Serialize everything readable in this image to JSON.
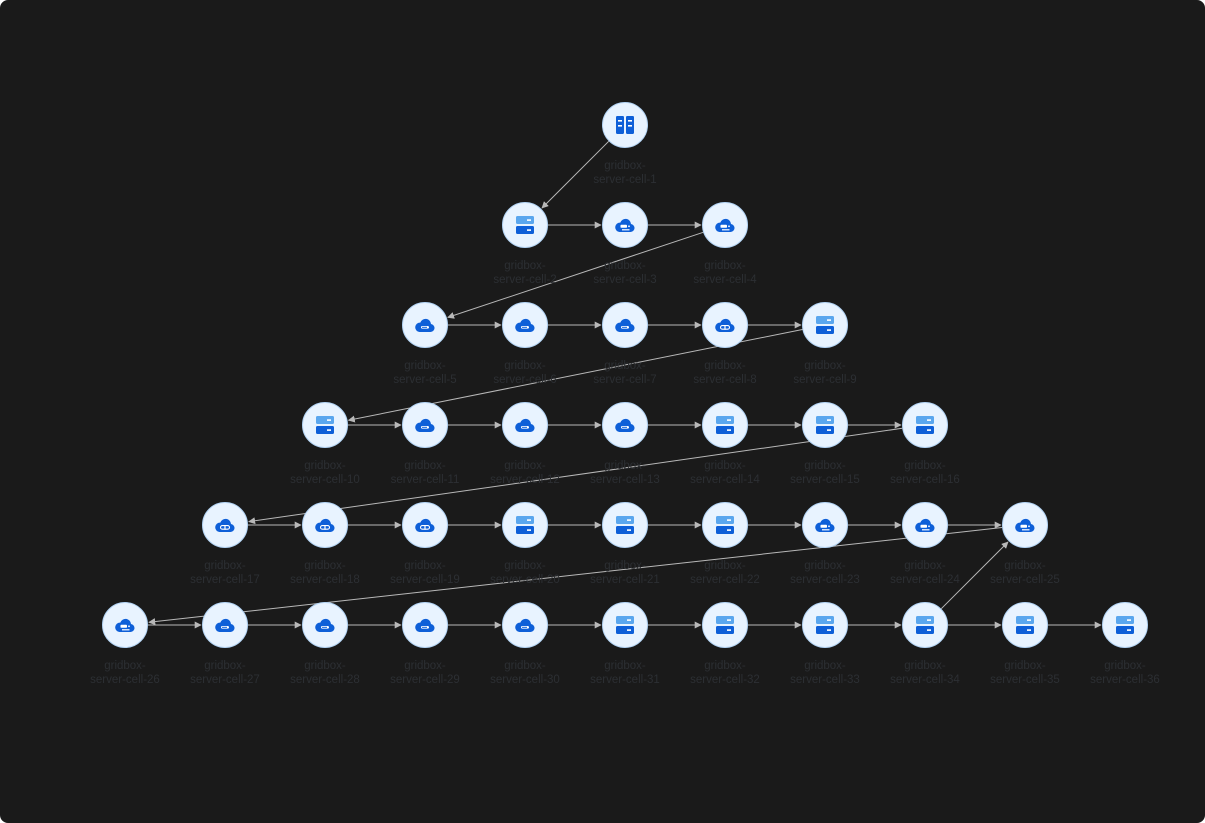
{
  "diagram": {
    "background": "#1a1a1a",
    "node_fill": "#e8f3ff",
    "node_border": "#b3d4f5",
    "icon_dark": "#0e5fd8",
    "icon_light": "#5aa6ee",
    "edge_color": "#b8b8b8",
    "label_color": "#2c2f33",
    "rows": [
      1,
      3,
      5,
      7,
      9,
      11
    ],
    "nodes": [
      {
        "id": 1,
        "label": "gridbox-\nserver-cell-1",
        "icon": "server-rack-icon"
      },
      {
        "id": 2,
        "label": "gridbox-\nserver-cell-2",
        "icon": "server-stack-icon"
      },
      {
        "id": 3,
        "label": "gridbox-\nserver-cell-3",
        "icon": "cloud-server-icon"
      },
      {
        "id": 4,
        "label": "gridbox-\nserver-cell-4",
        "icon": "cloud-server-icon"
      },
      {
        "id": 5,
        "label": "gridbox-\nserver-cell-5",
        "icon": "cloud-icon"
      },
      {
        "id": 6,
        "label": "gridbox-\nserver-cell-6",
        "icon": "cloud-icon"
      },
      {
        "id": 7,
        "label": "gridbox-\nserver-cell-7",
        "icon": "cloud-icon"
      },
      {
        "id": 8,
        "label": "gridbox-\nserver-cell-8",
        "icon": "cloud-link-icon"
      },
      {
        "id": 9,
        "label": "gridbox-\nserver-cell-9",
        "icon": "server-stack-icon"
      },
      {
        "id": 10,
        "label": "gridbox-\nserver-cell-10",
        "icon": "server-stack-icon"
      },
      {
        "id": 11,
        "label": "gridbox-\nserver-cell-11",
        "icon": "cloud-icon"
      },
      {
        "id": 12,
        "label": "gridbox-\nserver-cell-12",
        "icon": "cloud-icon"
      },
      {
        "id": 13,
        "label": "gridbox-\nserver-cell-13",
        "icon": "cloud-icon"
      },
      {
        "id": 14,
        "label": "gridbox-\nserver-cell-14",
        "icon": "server-stack-icon"
      },
      {
        "id": 15,
        "label": "gridbox-\nserver-cell-15",
        "icon": "server-stack-icon"
      },
      {
        "id": 16,
        "label": "gridbox-\nserver-cell-16",
        "icon": "server-stack-icon"
      },
      {
        "id": 17,
        "label": "gridbox-\nserver-cell-17",
        "icon": "cloud-link-icon"
      },
      {
        "id": 18,
        "label": "gridbox-\nserver-cell-18",
        "icon": "cloud-link-icon"
      },
      {
        "id": 19,
        "label": "gridbox-\nserver-cell-19",
        "icon": "cloud-link-icon"
      },
      {
        "id": 20,
        "label": "gridbox-\nserver-cell-20",
        "icon": "server-stack-icon"
      },
      {
        "id": 21,
        "label": "gridbox-\nserver-cell-21",
        "icon": "server-stack-icon"
      },
      {
        "id": 22,
        "label": "gridbox-\nserver-cell-22",
        "icon": "server-stack-icon"
      },
      {
        "id": 23,
        "label": "gridbox-\nserver-cell-23",
        "icon": "cloud-server-icon"
      },
      {
        "id": 24,
        "label": "gridbox-\nserver-cell-24",
        "icon": "cloud-server-icon"
      },
      {
        "id": 25,
        "label": "gridbox-\nserver-cell-25",
        "icon": "cloud-server-icon"
      },
      {
        "id": 26,
        "label": "gridbox-\nserver-cell-26",
        "icon": "cloud-server-icon"
      },
      {
        "id": 27,
        "label": "gridbox-\nserver-cell-27",
        "icon": "cloud-icon"
      },
      {
        "id": 28,
        "label": "gridbox-\nserver-cell-28",
        "icon": "cloud-icon"
      },
      {
        "id": 29,
        "label": "gridbox-\nserver-cell-29",
        "icon": "cloud-icon"
      },
      {
        "id": 30,
        "label": "gridbox-\nserver-cell-30",
        "icon": "cloud-icon"
      },
      {
        "id": 31,
        "label": "gridbox-\nserver-cell-31",
        "icon": "server-stack-icon"
      },
      {
        "id": 32,
        "label": "gridbox-\nserver-cell-32",
        "icon": "server-stack-icon"
      },
      {
        "id": 33,
        "label": "gridbox-\nserver-cell-33",
        "icon": "server-stack-icon"
      },
      {
        "id": 34,
        "label": "gridbox-\nserver-cell-34",
        "icon": "server-stack-icon"
      },
      {
        "id": 35,
        "label": "gridbox-\nserver-cell-35",
        "icon": "server-stack-icon"
      },
      {
        "id": 36,
        "label": "gridbox-\nserver-cell-36",
        "icon": "server-stack-icon"
      }
    ],
    "edges": [
      [
        1,
        2
      ],
      [
        2,
        3
      ],
      [
        3,
        4
      ],
      [
        4,
        5
      ],
      [
        5,
        6
      ],
      [
        6,
        7
      ],
      [
        7,
        8
      ],
      [
        8,
        9
      ],
      [
        9,
        10
      ],
      [
        10,
        11
      ],
      [
        11,
        12
      ],
      [
        12,
        13
      ],
      [
        13,
        14
      ],
      [
        14,
        15
      ],
      [
        15,
        16
      ],
      [
        16,
        17
      ],
      [
        17,
        18
      ],
      [
        18,
        19
      ],
      [
        19,
        20
      ],
      [
        20,
        21
      ],
      [
        21,
        22
      ],
      [
        22,
        23
      ],
      [
        23,
        24
      ],
      [
        24,
        25
      ],
      [
        25,
        26
      ],
      [
        26,
        27
      ],
      [
        27,
        28
      ],
      [
        28,
        29
      ],
      [
        29,
        30
      ],
      [
        30,
        31
      ],
      [
        31,
        32
      ],
      [
        32,
        33
      ],
      [
        33,
        34
      ],
      [
        34,
        25
      ],
      [
        34,
        35
      ],
      [
        35,
        36
      ]
    ]
  }
}
